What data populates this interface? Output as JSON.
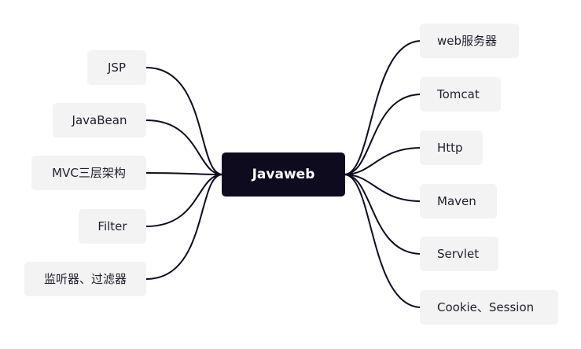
{
  "root": {
    "label": "Javaweb"
  },
  "left_nodes": [
    {
      "label": "JSP"
    },
    {
      "label": "JavaBean"
    },
    {
      "label": "MVC三层架构"
    },
    {
      "label": "Filter"
    },
    {
      "label": "监听器、过滤器"
    }
  ],
  "right_nodes": [
    {
      "label": "web服务器"
    },
    {
      "label": "Tomcat"
    },
    {
      "label": "Http"
    },
    {
      "label": "Maven"
    },
    {
      "label": "Servlet"
    },
    {
      "label": "Cookie、Session"
    }
  ],
  "colors": {
    "root_fill": "#0f0b1e",
    "node_fill": "#f3f3f4",
    "connector": "#0f0b1e"
  }
}
